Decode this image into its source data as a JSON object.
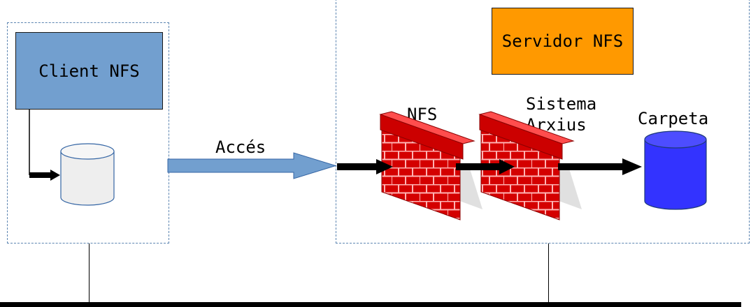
{
  "client": {
    "title": "Client NFS"
  },
  "server": {
    "title": "Servidor NFS"
  },
  "arrow_label": "Accés",
  "firewalls": {
    "nfs_label": "NFS",
    "fs_label_line1": "Sistema",
    "fs_label_line2": "Arxius"
  },
  "folder_label": "Carpeta",
  "colors": {
    "client_box": "#729fcf",
    "server_box": "#ff9900",
    "folder": "#3333ff",
    "arrow_blue": "#729fcf",
    "firewall_red": "#cc0000",
    "zone_border": "#5b84b1"
  },
  "icons": {
    "client_storage": "cylinder-icon",
    "folder": "cylinder-icon",
    "firewall": "brick-wall-icon"
  }
}
